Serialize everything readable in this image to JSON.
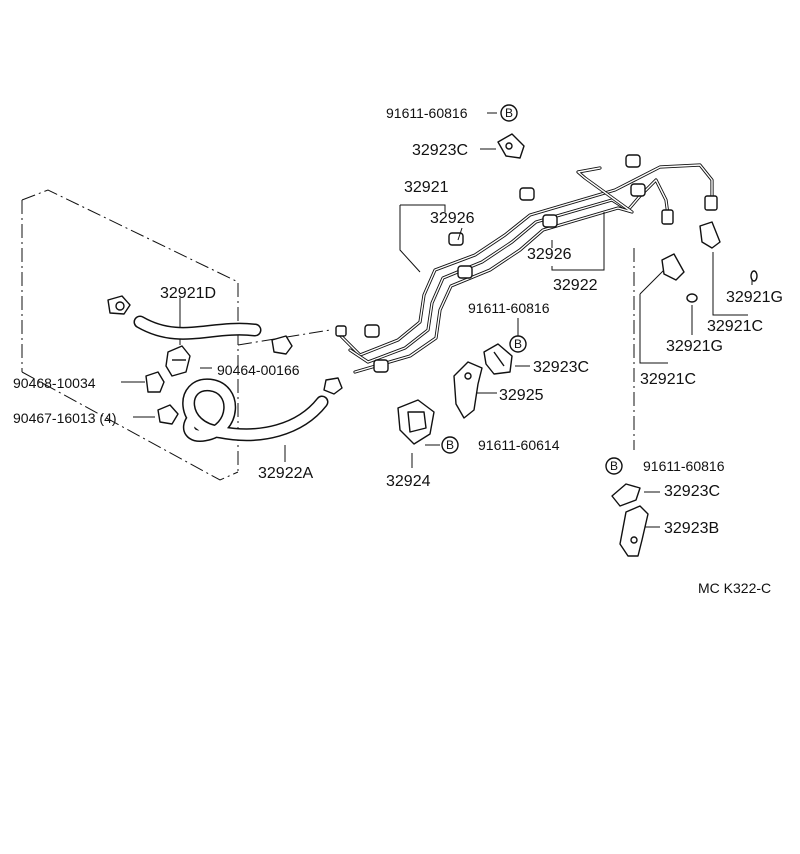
{
  "labels": {
    "bolt_top": "91611-60816",
    "bracket_top": "32923C",
    "pipe_32921": "32921",
    "cushion_a": "32926",
    "cushion_b": "32926",
    "pipe_32922": "32922",
    "bolt_mid": "91611-60816",
    "bracket_mid": "32923C",
    "bracket_32925": "32925",
    "hose_d": "32921D",
    "clamp_90464": "90464-00166",
    "clip_90468": "90468-10034",
    "clamp_90467": "90467-16013 (4)",
    "hose_a": "32922A",
    "plate_32924": "32924",
    "bolt_low": "91611-60614",
    "gasket_g1": "32921G",
    "union_c1": "32921C",
    "gasket_g2": "32921G",
    "union_c2": "32921C",
    "bolt_right": "91611-60816",
    "bracket_right": "32923C",
    "bracket_32923b": "32923B",
    "ref_code": "MC  K322-C"
  },
  "markers": {
    "b": "B"
  }
}
